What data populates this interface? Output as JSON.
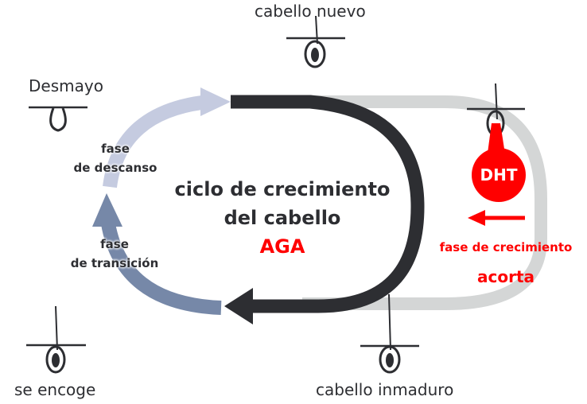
{
  "diagram": {
    "title_line1": "ciclo de crecimiento",
    "title_line2": "del cabello",
    "title_tag": "AGA",
    "stages": {
      "new_hair": "cabello nuevo",
      "immature": "cabello inmaduro",
      "shrinks": "se encoge",
      "shed": "Desmayo"
    },
    "phases": {
      "rest_line1": "fase",
      "rest_line2": "de descanso",
      "transition_line1": "fase",
      "transition_line2": "de transición"
    },
    "dht": {
      "label": "DHT",
      "effect_line1": "fase de crecimiento",
      "effect_line2": "acorta"
    },
    "colors": {
      "growth_arrow": "#2d2e32",
      "normal_path": "#d4d6d6",
      "rest_arrow": "#c5cbe0",
      "transition_arrow": "#7688a8",
      "accent": "#ff0000"
    }
  }
}
